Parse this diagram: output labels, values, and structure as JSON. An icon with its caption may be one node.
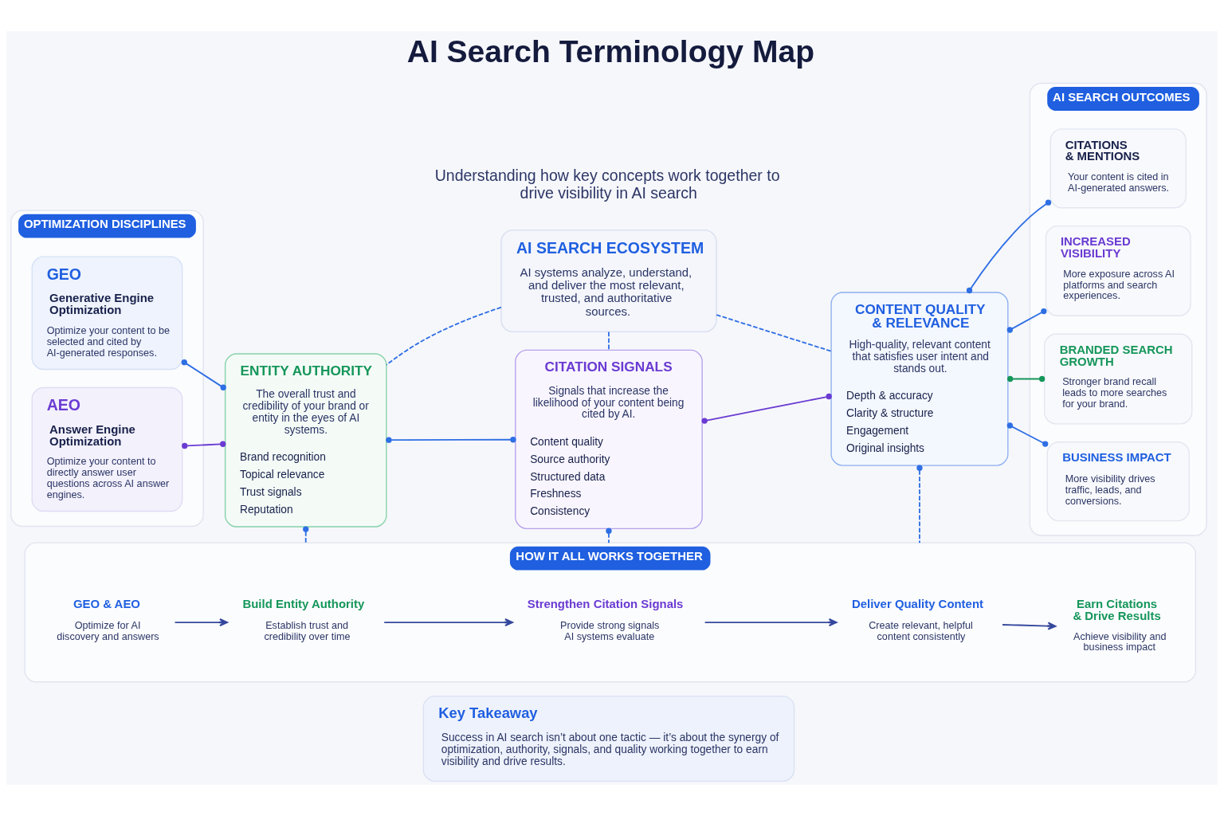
{
  "diagram": {
    "title": "AI Search Terminology Map",
    "nodes": [
      {
        "text": [
          "OPTIMIZATION DISCIPLINES"
        ]
      },
      {
        "text": [
          "GEO",
          "Generative Engine Optimization",
          "Optimize your content to be selected and cited by AI-generated responses."
        ],
        "in": 0
      },
      {
        "text": [
          "AEO",
          "Answer Engine Optimization",
          "Optimize your content to directly answer user questions across AI answer engines."
        ],
        "in": 0
      },
      {
        "text": [
          "AI SEARCH ECOSYSTEM",
          "AI systems analyze, understand, and deliver the most relevant, trusted, and authoritative sources."
        ]
      },
      {
        "text": [
          "ENTITY AUTHORITY",
          "The overall trust and credibility of your brand or entity in the eyes of AI systems.",
          "Brand recognition",
          "Topical relevance",
          "Trust signals",
          "Reputation"
        ]
      },
      {
        "text": [
          "CITATION SIGNALS",
          "Signals that increase the likelihood of your content being cited by AI.",
          "Content quality",
          "Source authority",
          "Structured data",
          "Freshness",
          "Consistency"
        ]
      },
      {
        "text": [
          "CONTENT QUALITY & RELEVANCE",
          "High-quality, relevant content that satisfies user intent and stands out.",
          "Depth & accuracy",
          "Clarity & structure",
          "Engagement",
          "Original insights"
        ]
      },
      {
        "text": [
          "AI SEARCH OUTCOMES"
        ]
      },
      {
        "text": [
          "CITATIONS & MENTIONS",
          "Your content is cited in AI-generated answers."
        ],
        "in": 7
      },
      {
        "text": [
          "INCREASED VISIBILITY",
          "More exposure across AI platforms and search experiences."
        ],
        "in": 7
      },
      {
        "text": [
          "BRANDED SEARCH GROWTH",
          "Stronger brand recall leads to more searches for your brand."
        ],
        "in": 7
      },
      {
        "text": [
          "BUSINESS IMPACT",
          "More visibility drives traffic, leads, and conversions."
        ],
        "in": 7
      },
      {
        "text": [
          "HOW IT ALL WORKS TOGETHER"
        ]
      },
      {
        "text": [
          "GEO & AEO",
          "Optimize for AI discovery and answers"
        ],
        "in": 12
      },
      {
        "text": [
          "Build Entity Authority",
          "Establish trust and credibility over time"
        ],
        "in": 12
      },
      {
        "text": [
          "Strengthen Citation Signals",
          "Provide strong signals AI systems evaluate"
        ],
        "in": 12
      },
      {
        "text": [
          "Deliver Quality Content",
          "Create relevant, helpful content consistently"
        ],
        "in": 12
      },
      {
        "text": [
          "Earn Citations & Drive Results",
          "Achieve visibility and business impact"
        ],
        "in": 12
      },
      {
        "text": [
          "Key Takeaway",
          "Success in AI search isn’t about one tactic — it’s about the synergy of optimization, authority, signals, and quality working together to earn visibility and drive results."
        ]
      }
    ],
    "edges": [
      {
        "from": 1,
        "to": 4,
        "arrow": "other"
      },
      {
        "from": 2,
        "to": 4,
        "arrow": "other",
        "color": "#6a3bd2"
      },
      {
        "from": 4,
        "to": 5,
        "arrow": "other"
      },
      {
        "from": 5,
        "to": 6,
        "arrow": "other",
        "color": "#6a3bd2"
      },
      {
        "from": 6,
        "to": 8,
        "arrow": "other"
      },
      {
        "from": 6,
        "to": 9,
        "arrow": "other"
      },
      {
        "from": 6,
        "to": 10,
        "arrow": "other",
        "color": "#15965a"
      },
      {
        "from": 6,
        "to": 11,
        "arrow": "other"
      },
      {
        "from": 3,
        "to": 4,
        "arrow": "none",
        "style": "dashed"
      },
      {
        "from": 3,
        "to": 5,
        "arrow": "none",
        "style": "dashed"
      },
      {
        "from": 3,
        "to": 6,
        "arrow": "none",
        "style": "dashed"
      },
      {
        "from": 4,
        "to": 12,
        "arrow": "other",
        "style": "dashed"
      },
      {
        "from": 5,
        "to": 12,
        "arrow": "other",
        "style": "dashed"
      },
      {
        "from": 6,
        "to": 12,
        "arrow": "other",
        "style": "dashed"
      },
      {
        "from": 13,
        "to": 14,
        "arrow": "to",
        "color": "#34479c"
      },
      {
        "from": 14,
        "to": 15,
        "arrow": "to",
        "color": "#34479c"
      },
      {
        "from": 15,
        "to": 16,
        "arrow": "to",
        "color": "#34479c"
      },
      {
        "from": 16,
        "to": 17,
        "arrow": "to",
        "color": "#34479c"
      }
    ],
    "labels": [
      "Understanding how key concepts work together to drive visibility in AI search"
    ]
  }
}
